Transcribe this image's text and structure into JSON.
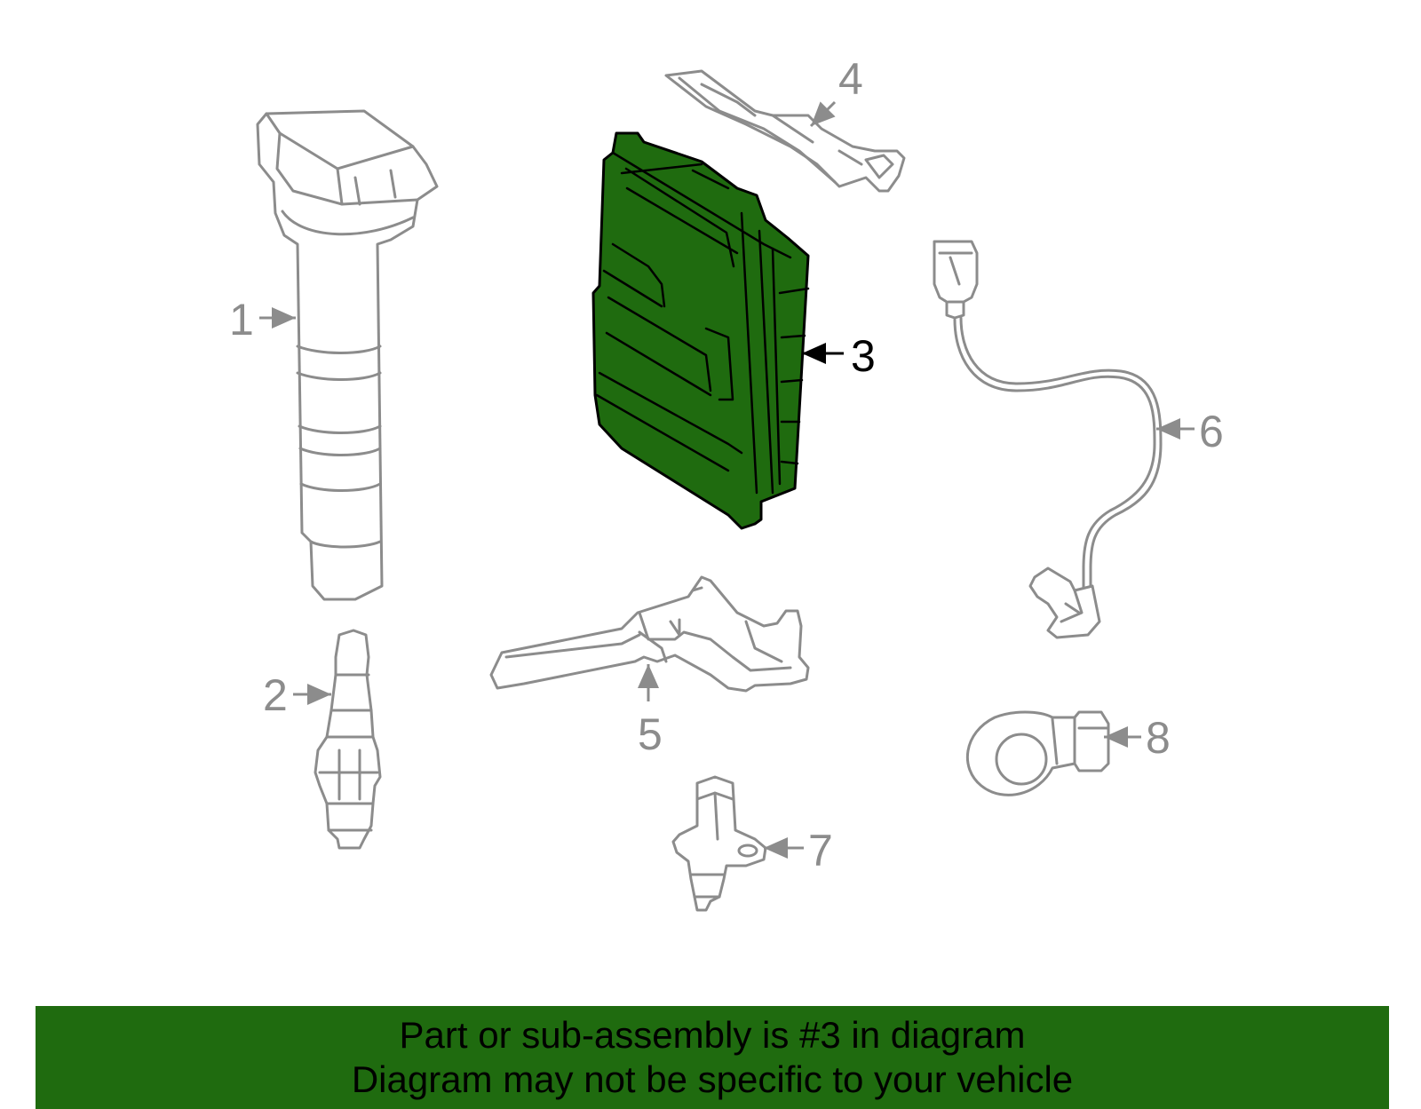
{
  "colors": {
    "highlight_fill": "#1f6b0f",
    "banner_bg": "#1f6b0f",
    "part_stroke": "#8c8c8c",
    "active_stroke": "#000000"
  },
  "callouts": [
    {
      "number": "1",
      "part": "ignition-coil"
    },
    {
      "number": "2",
      "part": "spark-plug"
    },
    {
      "number": "3",
      "part": "engine-control-module",
      "highlighted": true
    },
    {
      "number": "4",
      "part": "bracket"
    },
    {
      "number": "5",
      "part": "bracket"
    },
    {
      "number": "6",
      "part": "oxygen-sensor"
    },
    {
      "number": "7",
      "part": "camshaft-position-sensor"
    },
    {
      "number": "8",
      "part": "knock-sensor"
    }
  ],
  "footer": {
    "line1": "Part or sub-assembly is #3 in diagram",
    "line2": "Diagram may not be specific to your vehicle"
  }
}
